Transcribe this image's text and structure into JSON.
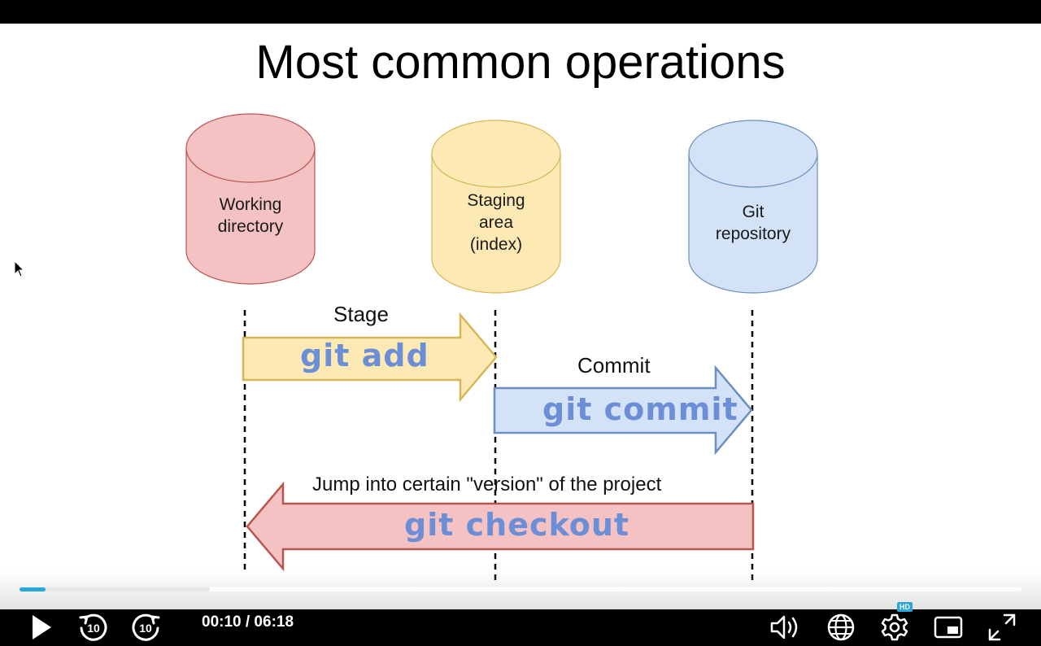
{
  "slide": {
    "title": "Most common operations",
    "stores": [
      {
        "name": "Working\ndirectory",
        "color": "#f4c2c2"
      },
      {
        "name": "Staging\narea\n(index)",
        "color": "#fde9b4"
      },
      {
        "name": "Git\nrepository",
        "color": "#d4e2f8"
      }
    ],
    "operations": [
      {
        "label": "Stage",
        "command": "git add",
        "color": "#fde9b4"
      },
      {
        "label": "Commit",
        "command": "git commit",
        "color": "#d4e2f8"
      },
      {
        "label": "Jump into certain \"version\" of the project",
        "command": "git checkout",
        "color": "#f4c2c2"
      }
    ]
  },
  "player": {
    "current_time": "00:10",
    "duration": "06:18",
    "time_display": "00:10 / 06:18",
    "progress_fraction": 0.026,
    "buffered_fraction": 0.19,
    "accent_color": "#2aa6d8",
    "hd_badge": "HD",
    "rewind_seconds": "10",
    "forward_seconds": "10",
    "icons": [
      "play-icon",
      "rewind-10-icon",
      "forward-10-icon",
      "volume-icon",
      "globe-icon",
      "settings-icon",
      "picture-in-picture-icon",
      "fullscreen-icon"
    ]
  }
}
